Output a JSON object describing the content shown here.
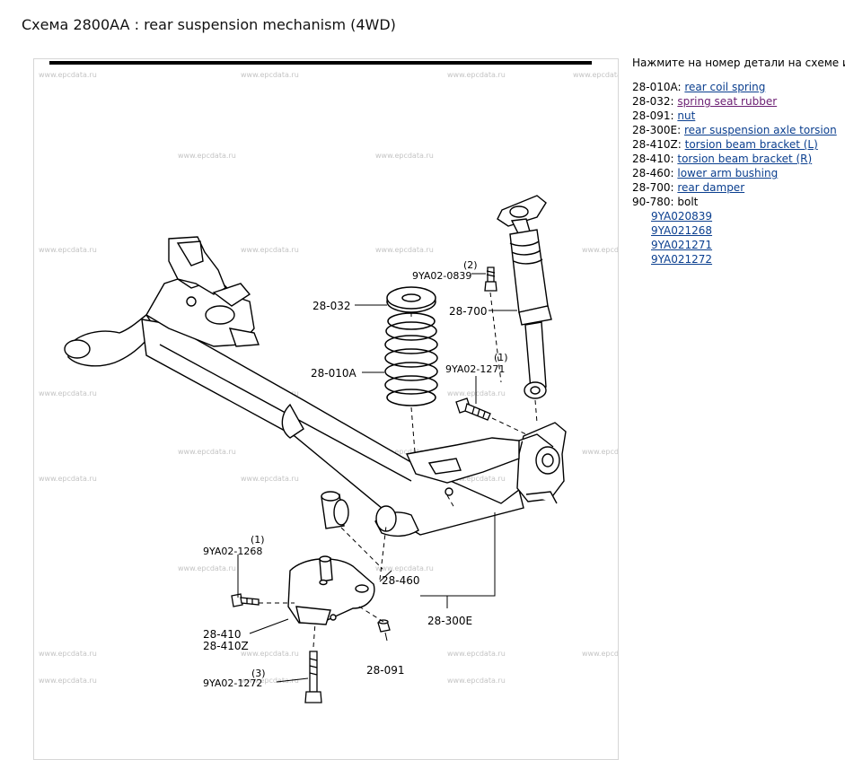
{
  "page": {
    "title": "Схема 2800AA : rear suspension mechanism (4WD)"
  },
  "panel": {
    "instruction": "Нажмите на номер детали на схеме или",
    "parts": [
      {
        "code": "28-010A:",
        "name": "rear coil spring",
        "visited": false
      },
      {
        "code": "28-032:",
        "name": "spring seat rubber",
        "visited": true
      },
      {
        "code": "28-091:",
        "name": "nut",
        "visited": false
      },
      {
        "code": "28-300E:",
        "name": "rear suspension axle torsion",
        "visited": false
      },
      {
        "code": "28-410Z:",
        "name": "torsion beam bracket (L)",
        "visited": false
      },
      {
        "code": "28-410:",
        "name": "torsion beam bracket (R)",
        "visited": false
      },
      {
        "code": "28-460:",
        "name": "lower arm bushing",
        "visited": false
      },
      {
        "code": "28-700:",
        "name": "rear damper",
        "visited": false
      }
    ],
    "bolt": {
      "code": "90-780:",
      "name": "bolt",
      "subparts": [
        "9YA020839",
        "9YA021268",
        "9YA021271",
        "9YA021272"
      ]
    }
  },
  "diagram": {
    "watermark": "www.epcdata.ru",
    "callouts": {
      "c28_032": "28-032",
      "c28_700": "28-700",
      "c28_010a": "28-010A",
      "c9ya02_0839": "9YA02-0839",
      "n2": "(2)",
      "c9ya02_1271": "9YA02-1271",
      "n1a": "(1)",
      "n1b": "(1)",
      "c9ya02_1268": "9YA02-1268",
      "c28_460": "28-460",
      "c28_300e": "28-300E",
      "c28_410": "28-410",
      "c28_410z": "28-410Z",
      "c28_091": "28-091",
      "n3": "(3)",
      "c9ya02_1272": "9YA02-1272"
    }
  }
}
